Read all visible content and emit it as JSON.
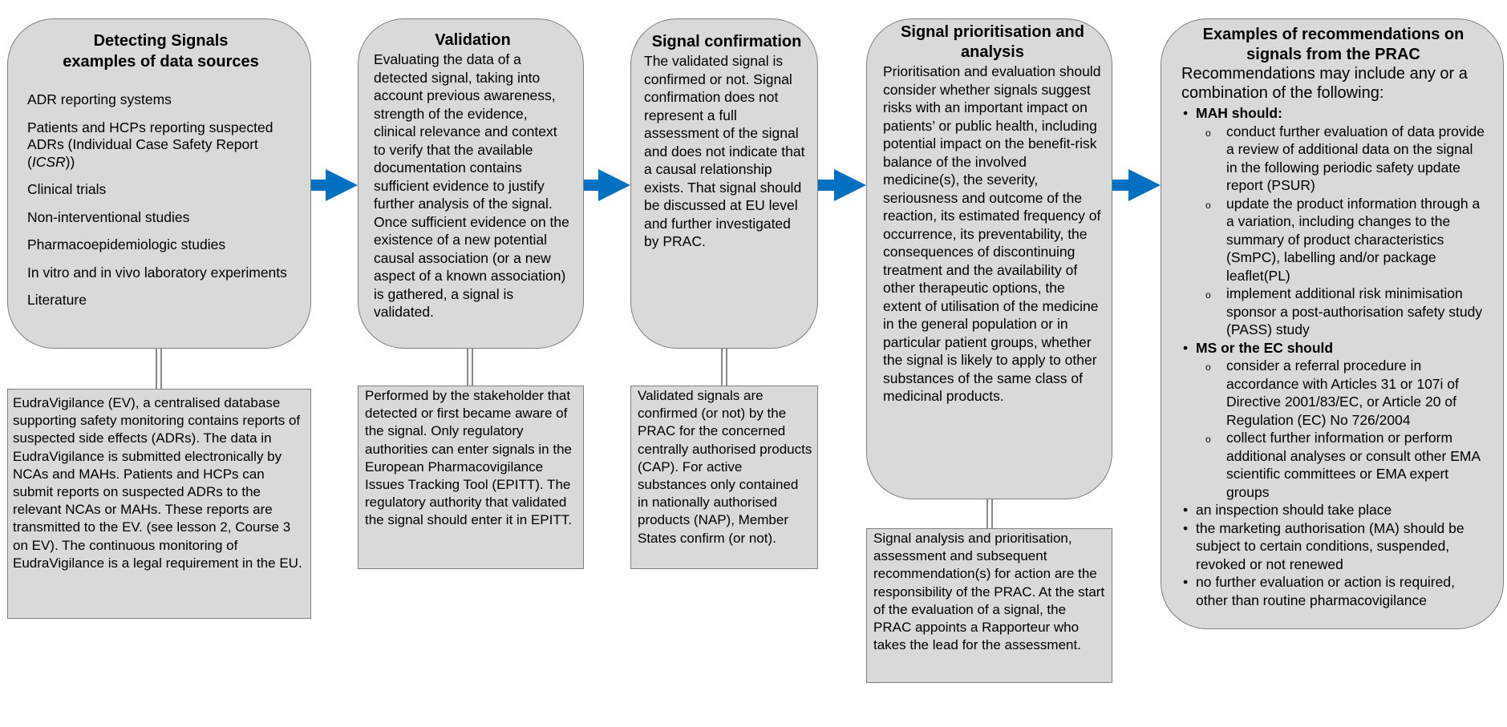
{
  "stages": [
    {
      "title_line1": "Detecting Signals",
      "title_line2": "examples of data sources",
      "sources": [
        "ADR reporting systems",
        "Patients and HCPs reporting suspected ADRs (Individual Case Safety Report (",
        "Clinical trials",
        "Non-interventional studies",
        "Pharmacoepidemiologic studies",
        "In vitro and in vivo laboratory experiments",
        "Literature"
      ],
      "sources_icsr": "ICSR",
      "sources_icsr_close": "))",
      "detail": "EudraVigilance (EV), a centralised database supporting safety monitoring contains reports of suspected side effects (ADRs). The data in EudraVigilance is submitted electronically by NCAs and MAHs. Patients and HCPs can submit reports on suspected ADRs to the relevant NCAs or MAHs. These reports are transmitted to the EV. (see lesson 2, Course 3 on EV). The continuous monitoring of EudraVigilance is a legal requirement in the EU."
    },
    {
      "title": "Validation",
      "body": "Evaluating the data of a detected signal, taking into account previous awareness, strength of the evidence, clinical relevance and context to verify that the available documentation contains sufficient evidence to justify further analysis of the signal. Once sufficient evidence on the existence of a new potential causal association (or a new aspect of a known association) is gathered, a signal is validated.",
      "detail": "Performed by the stakeholder that detected or first became aware of the signal. Only regulatory authorities can enter signals in the European Pharmacovigilance Issues Tracking Tool (EPITT). The regulatory authority that validated the signal should enter it in EPITT."
    },
    {
      "title": "Signal confirmation",
      "body": "The validated signal is confirmed or not. Signal confirmation does not represent a full assessment of the signal and does not indicate that a causal relationship exists. That signal should be discussed at EU level and further investigated by PRAC.",
      "detail": "Validated signals are confirmed (or not) by the PRAC for the concerned centrally authorised products (CAP). For active substances only contained in nationally authorised products (NAP), Member States confirm (or not)."
    },
    {
      "title": "Signal prioritisation and analysis",
      "body": "Prioritisation and evaluation should consider whether signals suggest risks with an important impact on patients’ or public health, including potential impact on the benefit-risk balance of the involved medicine(s), the severity, seriousness and outcome of the reaction, its estimated frequency of occurrence, its preventability, the consequences of discontinuing treatment and the availability of other therapeutic options, the extent of utilisation of the medicine in the general population or in particular patient groups, whether the signal is likely to apply to other substances of the same class of medicinal products.",
      "detail": "Signal analysis and prioritisation, assessment and subsequent recommendation(s) for action are the responsibility of the PRAC. At the start of the evaluation of a signal, the PRAC appoints a Rapporteur who takes the lead for the assessment."
    },
    {
      "title": "Examples of recommendations on signals from the PRAC",
      "intro": "Recommendations may include any or a combination of the following:",
      "mah_heading": "MAH should:",
      "mah_items": [
        "conduct further evaluation of data provide a review of additional data on the signal in the following periodic safety update report (PSUR)",
        "update the product information through a a variation, including changes to the summary of product characteristics (SmPC), labelling and/or package leaflet(PL)",
        "implement additional risk minimisation sponsor a post-authorisation safety study (PASS) study"
      ],
      "ms_heading": "MS or the EC should",
      "ms_items": [
        "consider a referral procedure in accordance with Articles 31 or 107i of Directive 2001/83/EC, or Article 20 of Regulation (EC) No 726/2004",
        "collect further information or perform additional analyses or consult other EMA scientific committees or EMA expert groups"
      ],
      "other_items": [
        "an inspection should take place",
        "the marketing authorisation (MA) should be subject to certain conditions, suspended, revoked or not renewed",
        "no further evaluation or action is required, other than routine pharmacovigilance"
      ]
    }
  ],
  "colors": {
    "box_fill": "#d9d9d9",
    "box_border": "#7f7f7f",
    "arrow": "#0070c0"
  }
}
